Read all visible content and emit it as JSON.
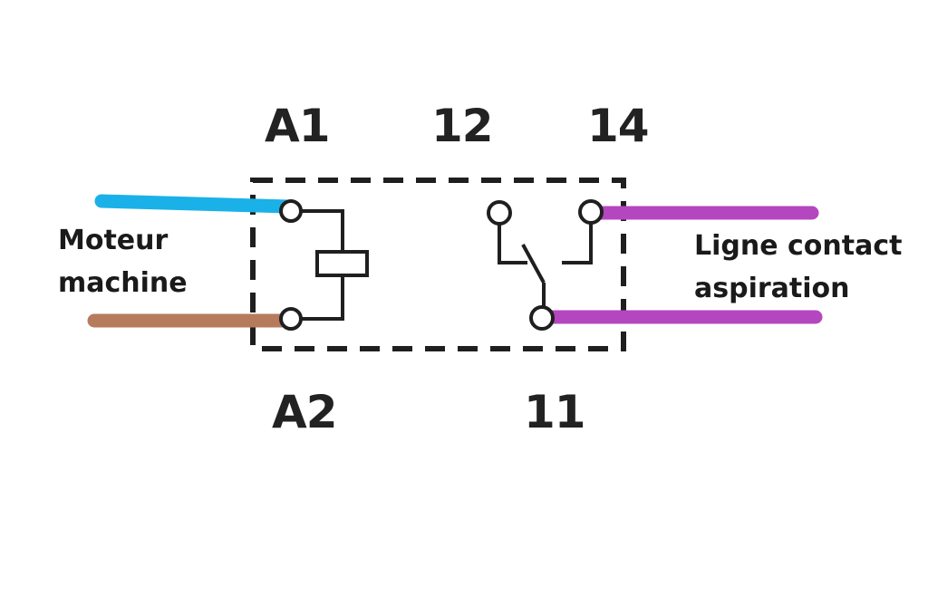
{
  "labels": {
    "a1": "A1",
    "a2": "A2",
    "t12": "12",
    "t14": "14",
    "t11": "11",
    "left_line1": "Moteur",
    "left_line2": "machine",
    "right_line1": "Ligne contact",
    "right_line2": "aspiration"
  },
  "wires": {
    "blue": "#1ab1e8",
    "brown": "#b57b5c",
    "purple": "#b447bf"
  },
  "colors": {
    "symbol": "#1f1f1f",
    "background": "#ffffff"
  }
}
